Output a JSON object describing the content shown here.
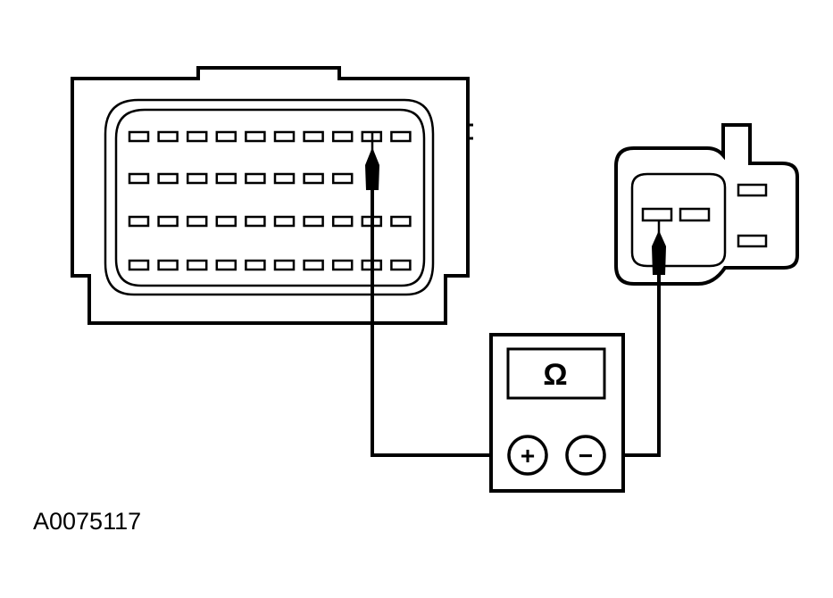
{
  "figure": {
    "id_label": "A0075117"
  },
  "meter": {
    "display_symbol": "Ω",
    "positive_terminal": "+",
    "negative_terminal": "−"
  },
  "colors": {
    "line": "#000000",
    "background": "#ffffff"
  },
  "icons": {
    "left_component": "multi-pin-connector",
    "right_component": "two-pin-connector",
    "probe": "probe-tip-icon"
  }
}
